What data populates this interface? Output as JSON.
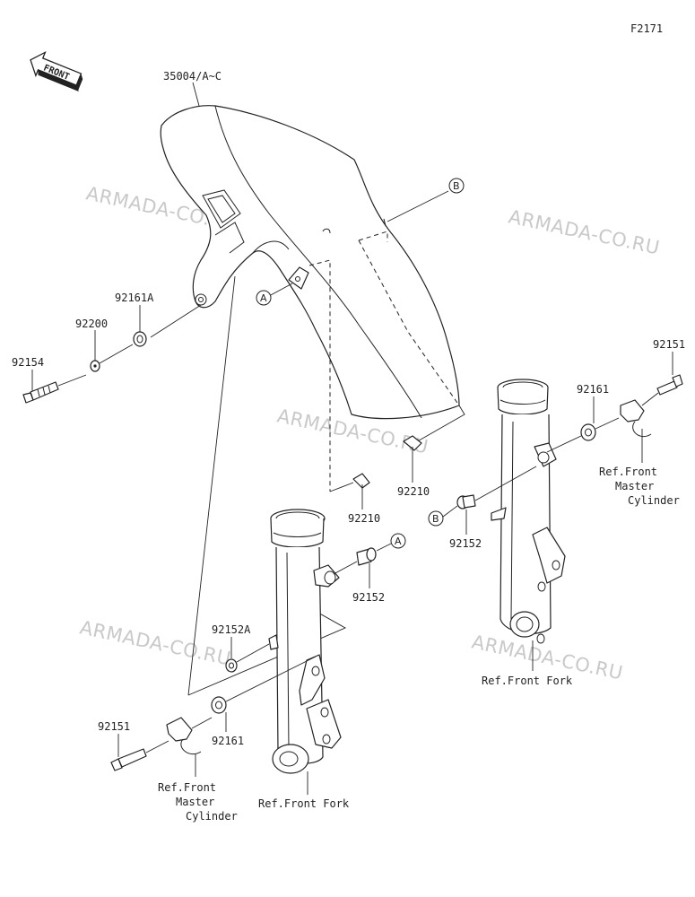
{
  "figure_code": "F2171",
  "front_label": "FRONT",
  "watermark": "ARMADA-CO.RU",
  "markers": {
    "a": "A",
    "b": "B"
  },
  "parts": {
    "fender": "35004/A~C",
    "bolt_b": "92154",
    "washer": "92200",
    "collar_a": "92161A",
    "nut_1": "92210",
    "nut_2": "92210",
    "collar_right": "92161",
    "bolt_right": "92151",
    "bolt_small_right": "92152",
    "bolt_small_left": "92152",
    "bolt_small_left_a": "92152A",
    "collar_left": "92161",
    "bolt_left": "92151"
  },
  "refs": {
    "master_right": [
      "Ref.Front",
      "Master",
      "Cylinder"
    ],
    "fork_right": "Ref.Front Fork",
    "master_left": [
      "Ref.Front",
      "Master",
      "Cylinder"
    ],
    "fork_left": "Ref.Front Fork"
  }
}
